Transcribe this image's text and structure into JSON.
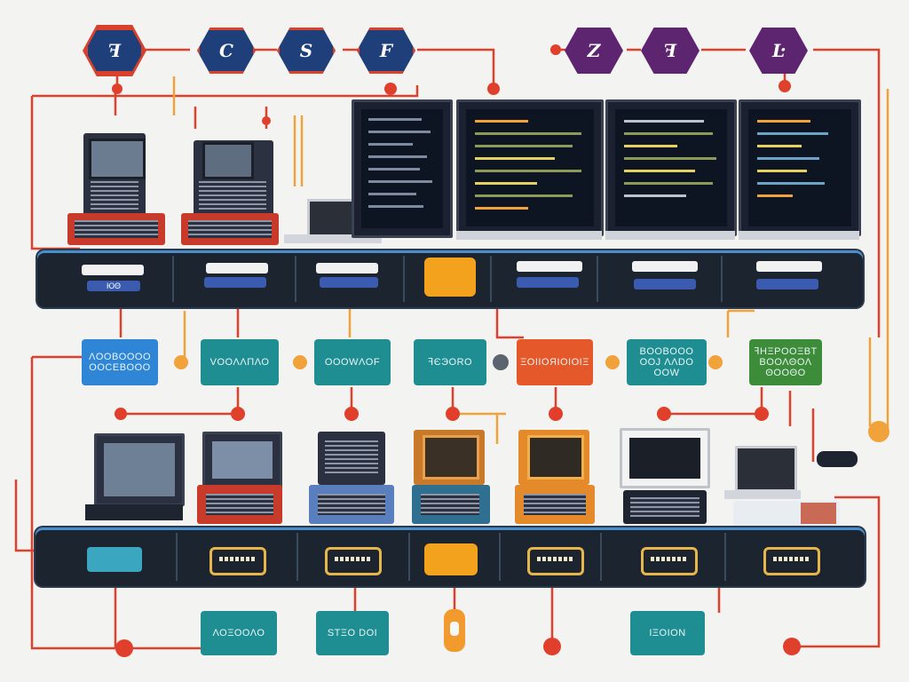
{
  "hex_nodes": [
    {
      "glyph": "ꟻ",
      "color": "blue"
    },
    {
      "glyph": "C",
      "color": "blue"
    },
    {
      "glyph": "S",
      "color": "blue"
    },
    {
      "glyph": "F",
      "color": "blue"
    },
    {
      "glyph": "Z",
      "color": "purple"
    },
    {
      "glyph": "ꟻ",
      "color": "purple"
    },
    {
      "glyph": "Ŀ",
      "color": "purple"
    }
  ],
  "mid_labels": [
    {
      "text": "ΛOOBOOOO OOCEBOOO",
      "color": "#2f86d6"
    },
    {
      "text": "VOOΛΛΠΛΟ",
      "color": "#1f8e93"
    },
    {
      "text": "OOOWΛOF",
      "color": "#1f8e93"
    },
    {
      "text": "ꟻЄЭORO",
      "color": "#1f8e93"
    },
    {
      "text": "ΞΟΙΙΟЯΙΟΙΟΙΞ",
      "color": "#e5582a"
    },
    {
      "text": "BOOBOOO OOJ ΛΛDO OOW",
      "color": "#1f8e93"
    },
    {
      "text": "ꟻΗΞΡΟΟΞΒΤ ΒΟΟΛΘΟΛ ΘΟΟΘΟ",
      "color": "#3c8c3a"
    }
  ],
  "bottom_labels": [
    {
      "text": "ΛΟΞΟΟΛΟ",
      "color": "#1f8e93"
    },
    {
      "text": "ЅΤΞΟ DΟΙ",
      "color": "#1f8e93"
    },
    {
      "text": "ΙΞΟΙΟΝ",
      "color": "#1f8e93"
    }
  ],
  "top_rack_tags": [
    "ЮΘ",
    "",
    "",
    "",
    "",
    "",
    ""
  ],
  "colors": {
    "wire_red": "#e0402b",
    "wire_orange": "#f2a23a",
    "rack_dark": "#1c2430",
    "accent_blue": "#1e3f7a",
    "accent_purple": "#5d2470"
  }
}
